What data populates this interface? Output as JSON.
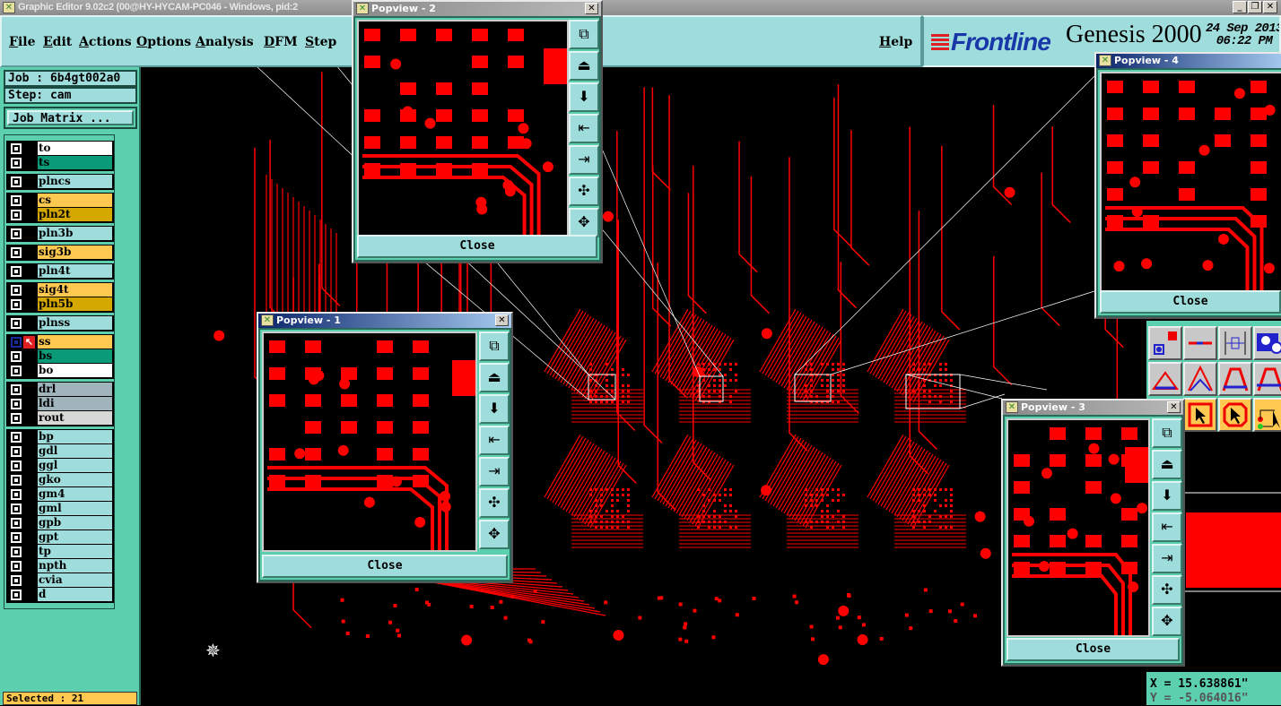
{
  "window": {
    "title": "Graphic Editor 9.02c2 (00@HY-HYCAM-PC046 - Windows, pid:2",
    "controls": [
      "_",
      "❐",
      "✕"
    ]
  },
  "menu": [
    "File",
    "Edit",
    "Actions",
    "Options",
    "Analysis",
    "DFM",
    "Step"
  ],
  "help": "Help",
  "brand": {
    "logo": "Frontline",
    "product": "Genesis 2000",
    "date": "24 Sep 2013",
    "time": "06:22 PM"
  },
  "job": {
    "job_label": "Job : 6b4gt002a0",
    "step_label": "Step: cam",
    "matrix_button": "Job Matrix ..."
  },
  "layer_groups": [
    [
      {
        "name": "to",
        "color": "#ffffff"
      },
      {
        "name": "ts",
        "color": "#0a9a78"
      }
    ],
    [
      {
        "name": "plncs",
        "color": "#9fdcdc"
      }
    ],
    [
      {
        "name": "cs",
        "color": "#ffc850"
      },
      {
        "name": "pln2t",
        "color": "#d4a800"
      }
    ],
    [
      {
        "name": "pln3b",
        "color": "#9fdcdc"
      }
    ],
    [
      {
        "name": "sig3b",
        "color": "#ffc850"
      }
    ],
    [
      {
        "name": "pln4t",
        "color": "#9fdcdc"
      }
    ],
    [
      {
        "name": "sig4t",
        "color": "#ffc850"
      },
      {
        "name": "pln5b",
        "color": "#d4a800"
      }
    ],
    [
      {
        "name": "plnss",
        "color": "#9fdcdc"
      }
    ],
    [
      {
        "name": "ss",
        "color": "#ffc850",
        "work": true
      },
      {
        "name": "bs",
        "color": "#0a9a78"
      },
      {
        "name": "bo",
        "color": "#ffffff"
      }
    ],
    [
      {
        "name": "drl",
        "color": "#a0b4bc"
      },
      {
        "name": "ldi",
        "color": "#a0b4bc"
      },
      {
        "name": "rout",
        "color": "#d8d8d8"
      }
    ],
    [
      {
        "name": "bp",
        "color": "#9fdcdc"
      },
      {
        "name": "gdl",
        "color": "#9fdcdc"
      },
      {
        "name": "ggl",
        "color": "#9fdcdc"
      },
      {
        "name": "gko",
        "color": "#9fdcdc"
      },
      {
        "name": "gm4",
        "color": "#9fdcdc"
      },
      {
        "name": "gml",
        "color": "#9fdcdc"
      },
      {
        "name": "gpb",
        "color": "#9fdcdc"
      },
      {
        "name": "gpt",
        "color": "#9fdcdc"
      },
      {
        "name": "tp",
        "color": "#9fdcdc"
      },
      {
        "name": "npth",
        "color": "#9fdcdc"
      },
      {
        "name": "cvia",
        "color": "#9fdcdc"
      },
      {
        "name": "d",
        "color": "#9fdcdc"
      }
    ]
  ],
  "selected": "Selected : 21",
  "popviews": [
    {
      "title": "Popview - 2",
      "close": "Close"
    },
    {
      "title": "Popview - 1",
      "close": "Close"
    },
    {
      "title": "Popview - 4",
      "close": "Close"
    },
    {
      "title": "Popview - 3",
      "close": "Close"
    }
  ],
  "coords": {
    "x": "X = 15.638861\"",
    "y": "Y = -5.064016\""
  },
  "colors": {
    "trace": "#ff0000",
    "panel": "#5ccfae",
    "button": "#9fdcdc"
  }
}
